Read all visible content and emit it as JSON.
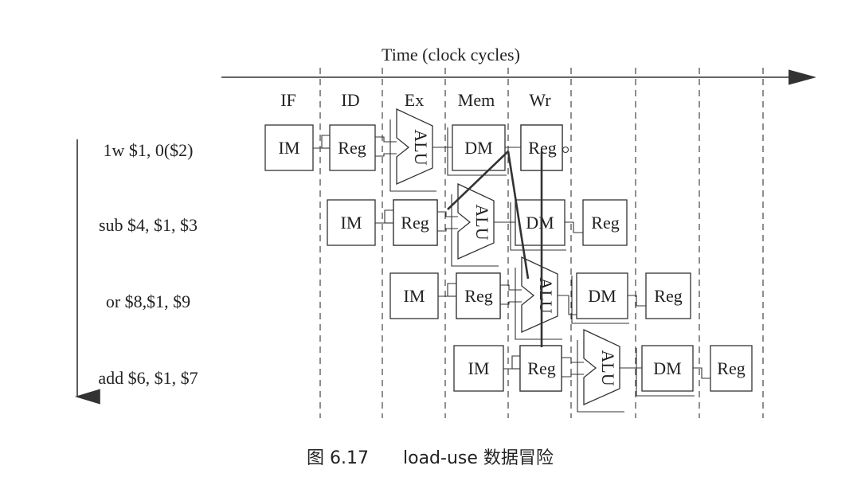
{
  "title": "Time (clock cycles)",
  "stage_headers": [
    "IF",
    "ID",
    "Ex",
    "Mem",
    "Wr"
  ],
  "instructions": [
    "1w $1, 0($2)",
    "sub $4, $1, $3",
    "or $8,$1, $9",
    "add $6, $1, $7"
  ],
  "unit_labels": {
    "im": "IM",
    "reg": "Reg",
    "alu": "ALU",
    "dm": "DM"
  },
  "caption": {
    "figure": "图 6.17",
    "text": "load-use 数据冒险"
  },
  "colors": {
    "ink": "#333333",
    "reg_write_shade": "#b8b8b8",
    "reg_read_shade": "#6e6e6e"
  }
}
